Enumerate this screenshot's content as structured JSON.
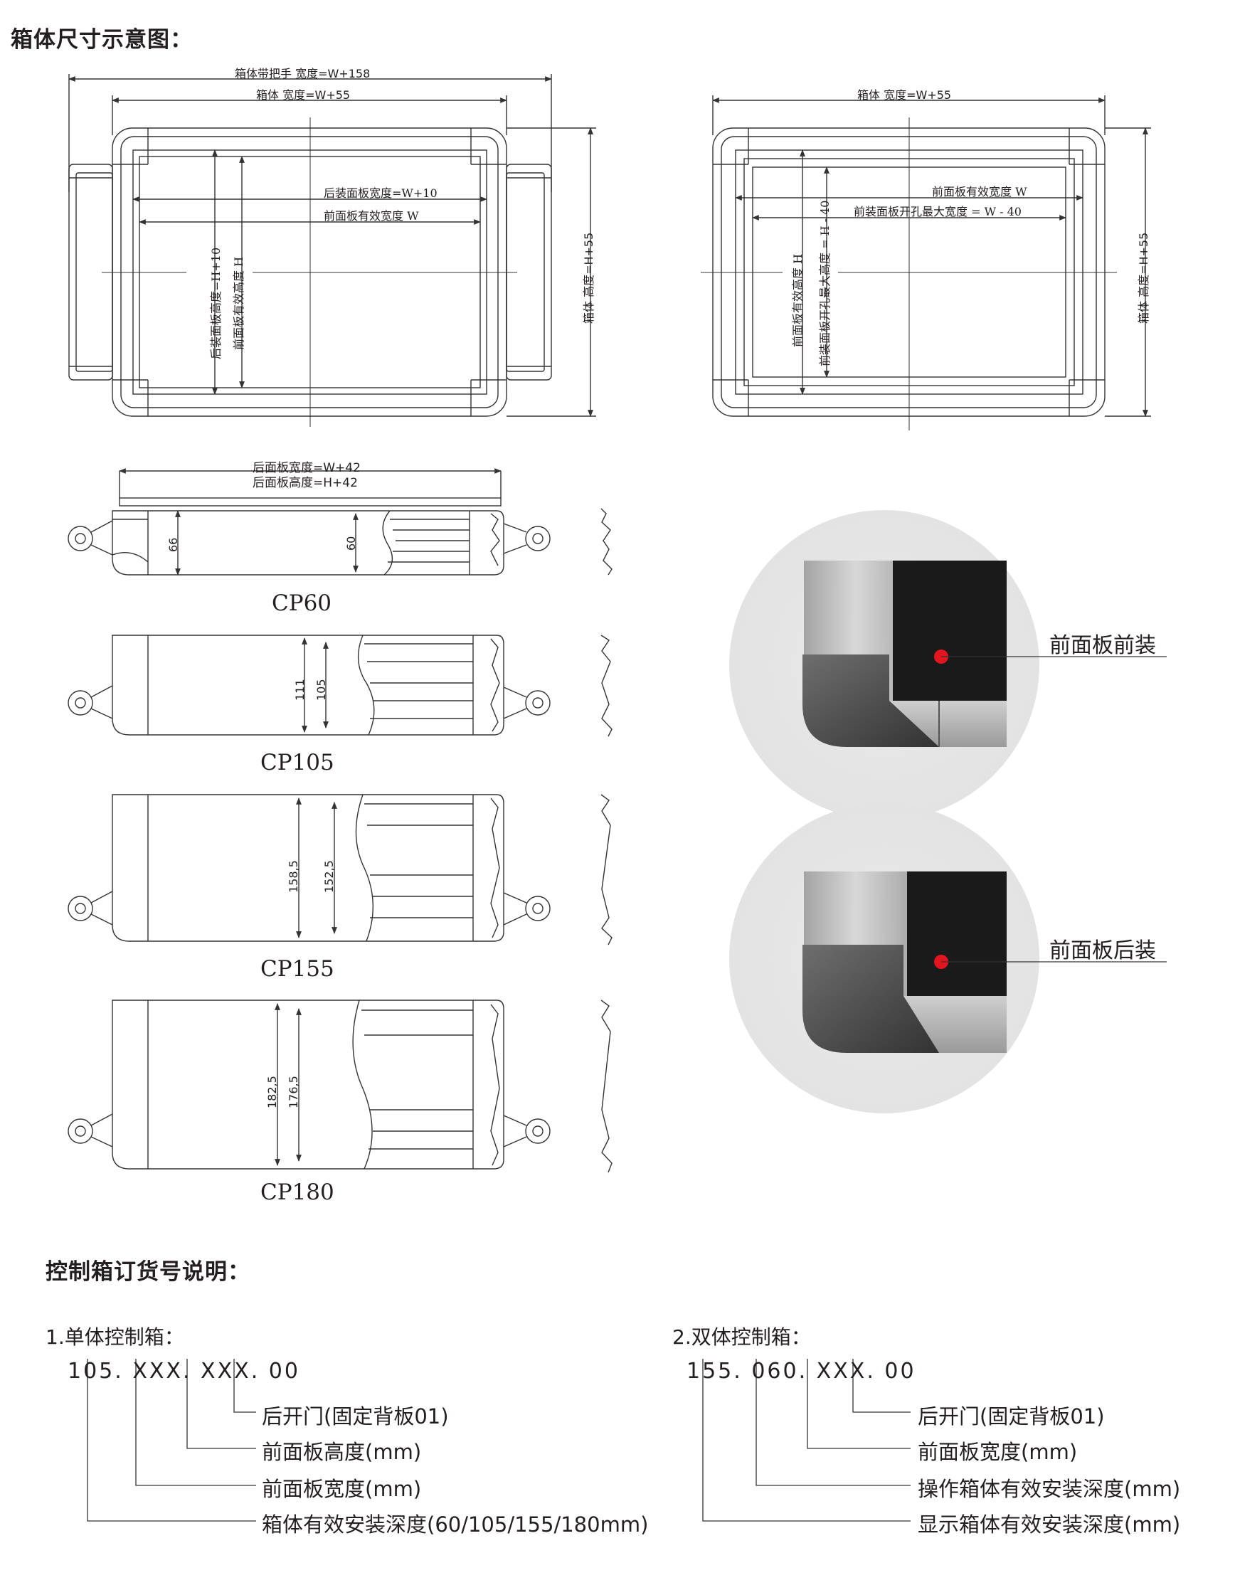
{
  "section_titles": {
    "dimensions": "箱体尺寸示意图：",
    "order_code": "控制箱订货号说明："
  },
  "front_view_left": {
    "overall_width_handles": "箱体带把手  宽度=W+158",
    "box_width": "箱体  宽度=W+55",
    "rear_panel_width": "后装面板宽度=W+10",
    "front_effective_width": "前面板有效宽度  W",
    "rear_panel_height": "后装面板高度=H+10",
    "front_effective_height": "前面板有效高度  H",
    "box_height": "箱体  高度=H+55"
  },
  "front_view_right": {
    "box_width": "箱体  宽度=W+55",
    "front_effective_width": "前面板有效宽度  W",
    "rear_cutout_width": "前装面板开孔最大宽度  =  W - 40",
    "front_effective_height": "前面板有效高度  H",
    "rear_cutout_height": "前装面板开孔最大高度  = H - 40",
    "box_height": "箱体  高度=H+55"
  },
  "side_views": {
    "rear_panel_width": "后面板宽度=W+42",
    "rear_panel_height": "后面板高度=H+42",
    "models": [
      {
        "label": "CP60",
        "outer": "66",
        "inner": "60"
      },
      {
        "label": "CP105",
        "outer": "111",
        "inner": "105"
      },
      {
        "label": "CP155",
        "outer": "158,5",
        "inner": "152,5"
      },
      {
        "label": "CP180",
        "outer": "182,5",
        "inner": "176,5"
      }
    ]
  },
  "photos": {
    "front_mount": "前面板前装",
    "rear_mount": "前面板后装",
    "dot_color": "#e3161f"
  },
  "single": {
    "title": "1.单体控制箱：",
    "code": "105. XXX. XXX. 00",
    "items": [
      "后开门(固定背板01)",
      "前面板高度(mm)",
      "前面板宽度(mm)",
      "箱体有效安装深度(60/105/155/180mm)"
    ]
  },
  "double": {
    "title": "2.双体控制箱：",
    "code": "155. 060. XXX. 00",
    "items": [
      "后开门(固定背板01)",
      "前面板宽度(mm)",
      "操作箱体有效安装深度(mm)",
      "显示箱体有效安装深度(mm)"
    ]
  }
}
